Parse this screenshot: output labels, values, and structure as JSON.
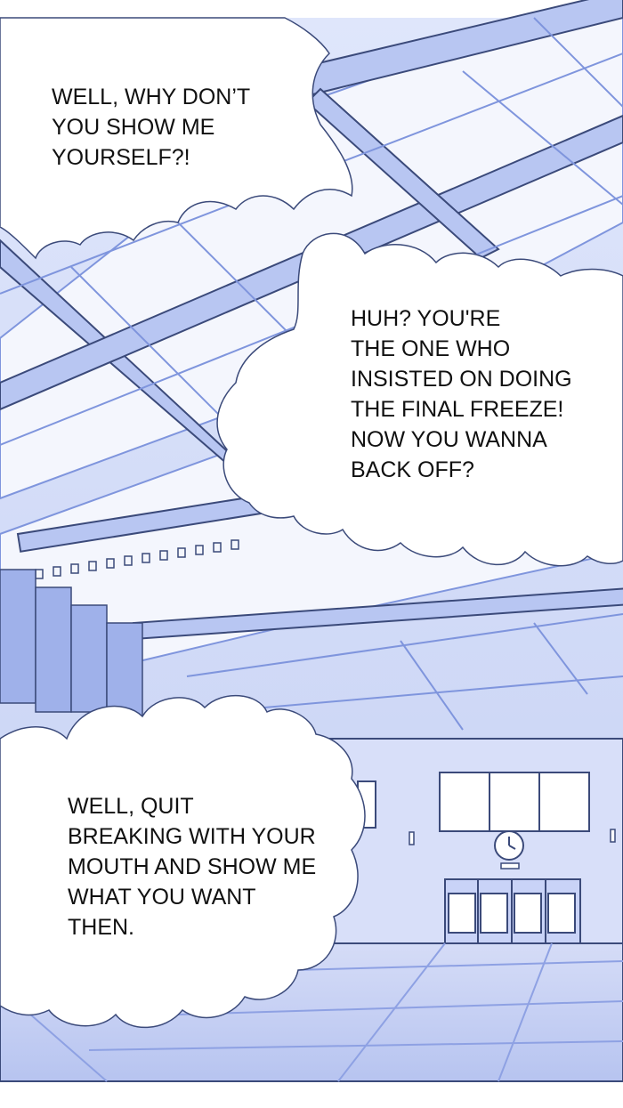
{
  "panel": {
    "colors": {
      "background": "#ffffff",
      "sky_light": "#e9eefc",
      "structure_blue": "#b8c6f2",
      "structure_dark": "#7f95dd",
      "outline": "#3b4a7a",
      "floor": "#c9d3f7"
    },
    "bubbles": [
      {
        "lines": [
          "WELL, WHY DON’T",
          "YOU SHOW ME",
          "YOURSELF?!"
        ]
      },
      {
        "lines": [
          "HUH? YOU'RE",
          "THE ONE WHO",
          "INSISTED ON DOING",
          "THE FINAL FREEZE!",
          "NOW YOU WANNA",
          "BACK OFF?"
        ]
      },
      {
        "lines": [
          "WELL, QUIT",
          "BREAKING WITH YOUR",
          "MOUTH AND SHOW ME",
          "WHAT YOU WANT",
          "THEN."
        ]
      }
    ]
  }
}
